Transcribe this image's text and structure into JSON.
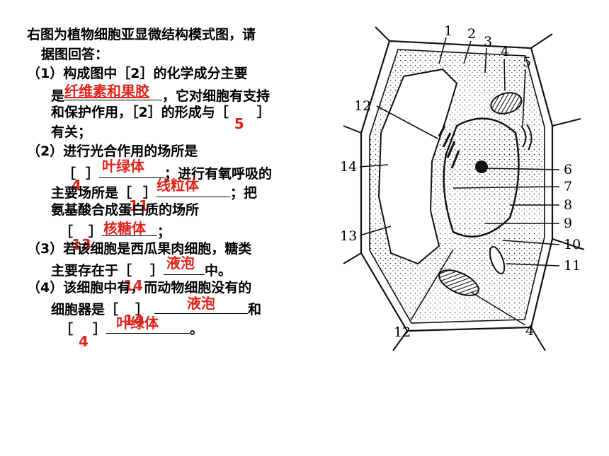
{
  "intro_line1": "右图为植物细胞亚显微结构模式图，请",
  "intro_line2": "据图回答：",
  "q1": {
    "line1": "（1）构成图中［2］的化学成分主要",
    "line2_prefix": "是",
    "line2_suffix": "，它对细胞有支持",
    "line3": "和保护作用，［2］的形成与［",
    "line3_end": "］",
    "line4": "有关；",
    "ans_component": "纤维素和果胶",
    "ans_organelle_num": "5"
  },
  "q2": {
    "line1": "（2）进行光合作用的场所是",
    "l2_open": "［",
    "l2_close": "］",
    "l2_suffix": "；进行有氧呼吸的",
    "l3_prefix": "主要场所是［",
    "l3_close": "］",
    "l3_suffix": "；把",
    "line4": "氨基酸合成蛋白质的场所",
    "l5_open": "［",
    "l5_close": "］",
    "l5_suffix": "；",
    "ans_photo_num": "4",
    "ans_photo_name": "叶绿体",
    "ans_resp_num": "11",
    "ans_resp_name": "线粒体",
    "ans_protein_num": "13",
    "ans_protein_name": "核糖体"
  },
  "q3": {
    "line1": "（3）若该细胞是西瓜果肉细胞，糖类",
    "l2_prefix": "主要存在于［",
    "l2_close": "］",
    "l2_suffix": "中。",
    "ans_num": "14",
    "ans_name": "液泡"
  },
  "q4": {
    "line1": "（4）该细胞中有，而动物细胞没有的",
    "l2_prefix": "细胞器是［",
    "l2_close": "］",
    "l2_suffix": "和",
    "l3_open": "［",
    "l3_close": "］",
    "l3_suffix": "。",
    "ans_a_num": "14",
    "ans_a_name": "液泡",
    "ans_b_num": "4",
    "ans_b_name": "叶绿体"
  },
  "diagram_labels": [
    "1",
    "2",
    "3",
    "4",
    "5",
    "12",
    "14",
    "6",
    "7",
    "8",
    "9",
    "13",
    "10",
    "11",
    "12",
    "4"
  ]
}
